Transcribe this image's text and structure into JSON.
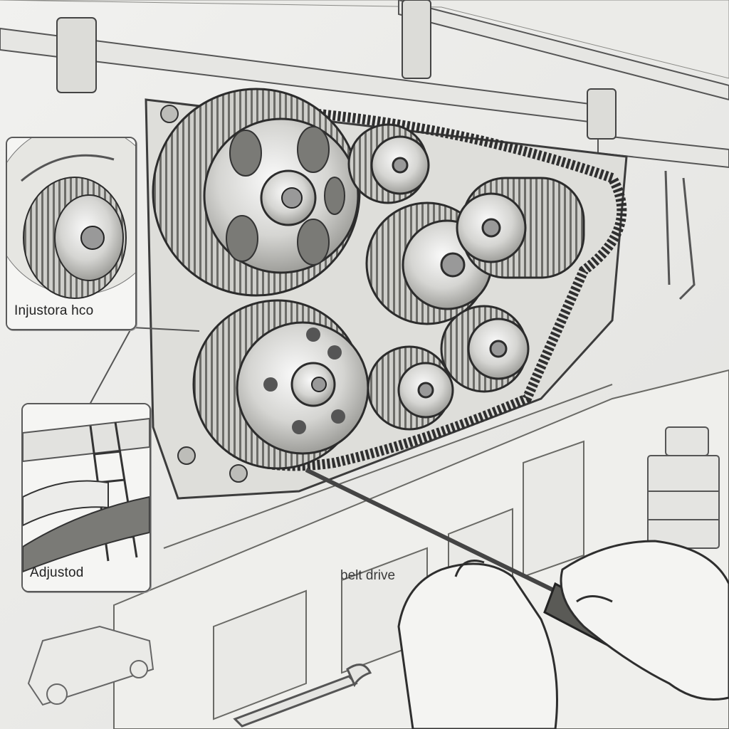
{
  "callouts": {
    "top": {
      "label": "Injustora hco"
    },
    "bottom": {
      "label": "Adjustod"
    }
  },
  "main_label": "belt drive",
  "palette": {
    "line": "#3c3c3c",
    "metal": "#d9d9d6",
    "shadow": "#9a9a96",
    "paper": "#f3f3f1"
  }
}
